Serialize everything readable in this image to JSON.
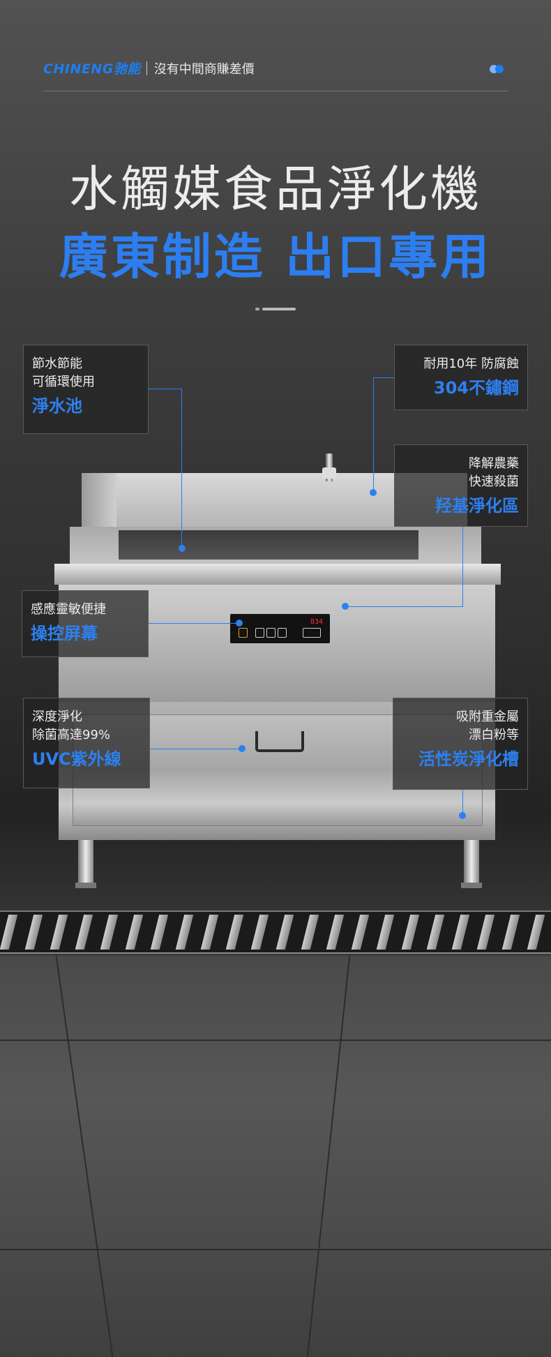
{
  "header": {
    "logo": "CHINENG驰能",
    "slogan": "沒有中間商賺差價"
  },
  "hero": {
    "title_line1": "水觸媒食品淨化機",
    "title_line2": "廣東制造  出口專用"
  },
  "control_panel": {
    "display": "834"
  },
  "callouts": [
    {
      "id": "water-pool",
      "sub": [
        "節水節能",
        "可循環使用"
      ],
      "highlight": "淨水池"
    },
    {
      "id": "stainless",
      "sub": [
        "耐用10年 防腐蝕"
      ],
      "highlight": "304不鏽鋼"
    },
    {
      "id": "hydroxyl",
      "sub": [
        "降解農藥",
        "快速殺菌"
      ],
      "highlight": "羟基淨化區"
    },
    {
      "id": "touch-screen",
      "sub": [
        "感應靈敏便捷"
      ],
      "highlight": "操控屏幕"
    },
    {
      "id": "uvc",
      "sub": [
        "深度淨化",
        "除菌高達99%"
      ],
      "highlight": "UVC紫外線"
    },
    {
      "id": "carbon",
      "sub": [
        "吸附重金屬",
        "漂白粉等"
      ],
      "highlight": "活性炭淨化槽"
    }
  ],
  "colors": {
    "accent": "#2d80f0",
    "title": "#ececec",
    "dot_blue": "#1e7ff0",
    "dot_light": "#7fb4ff"
  }
}
